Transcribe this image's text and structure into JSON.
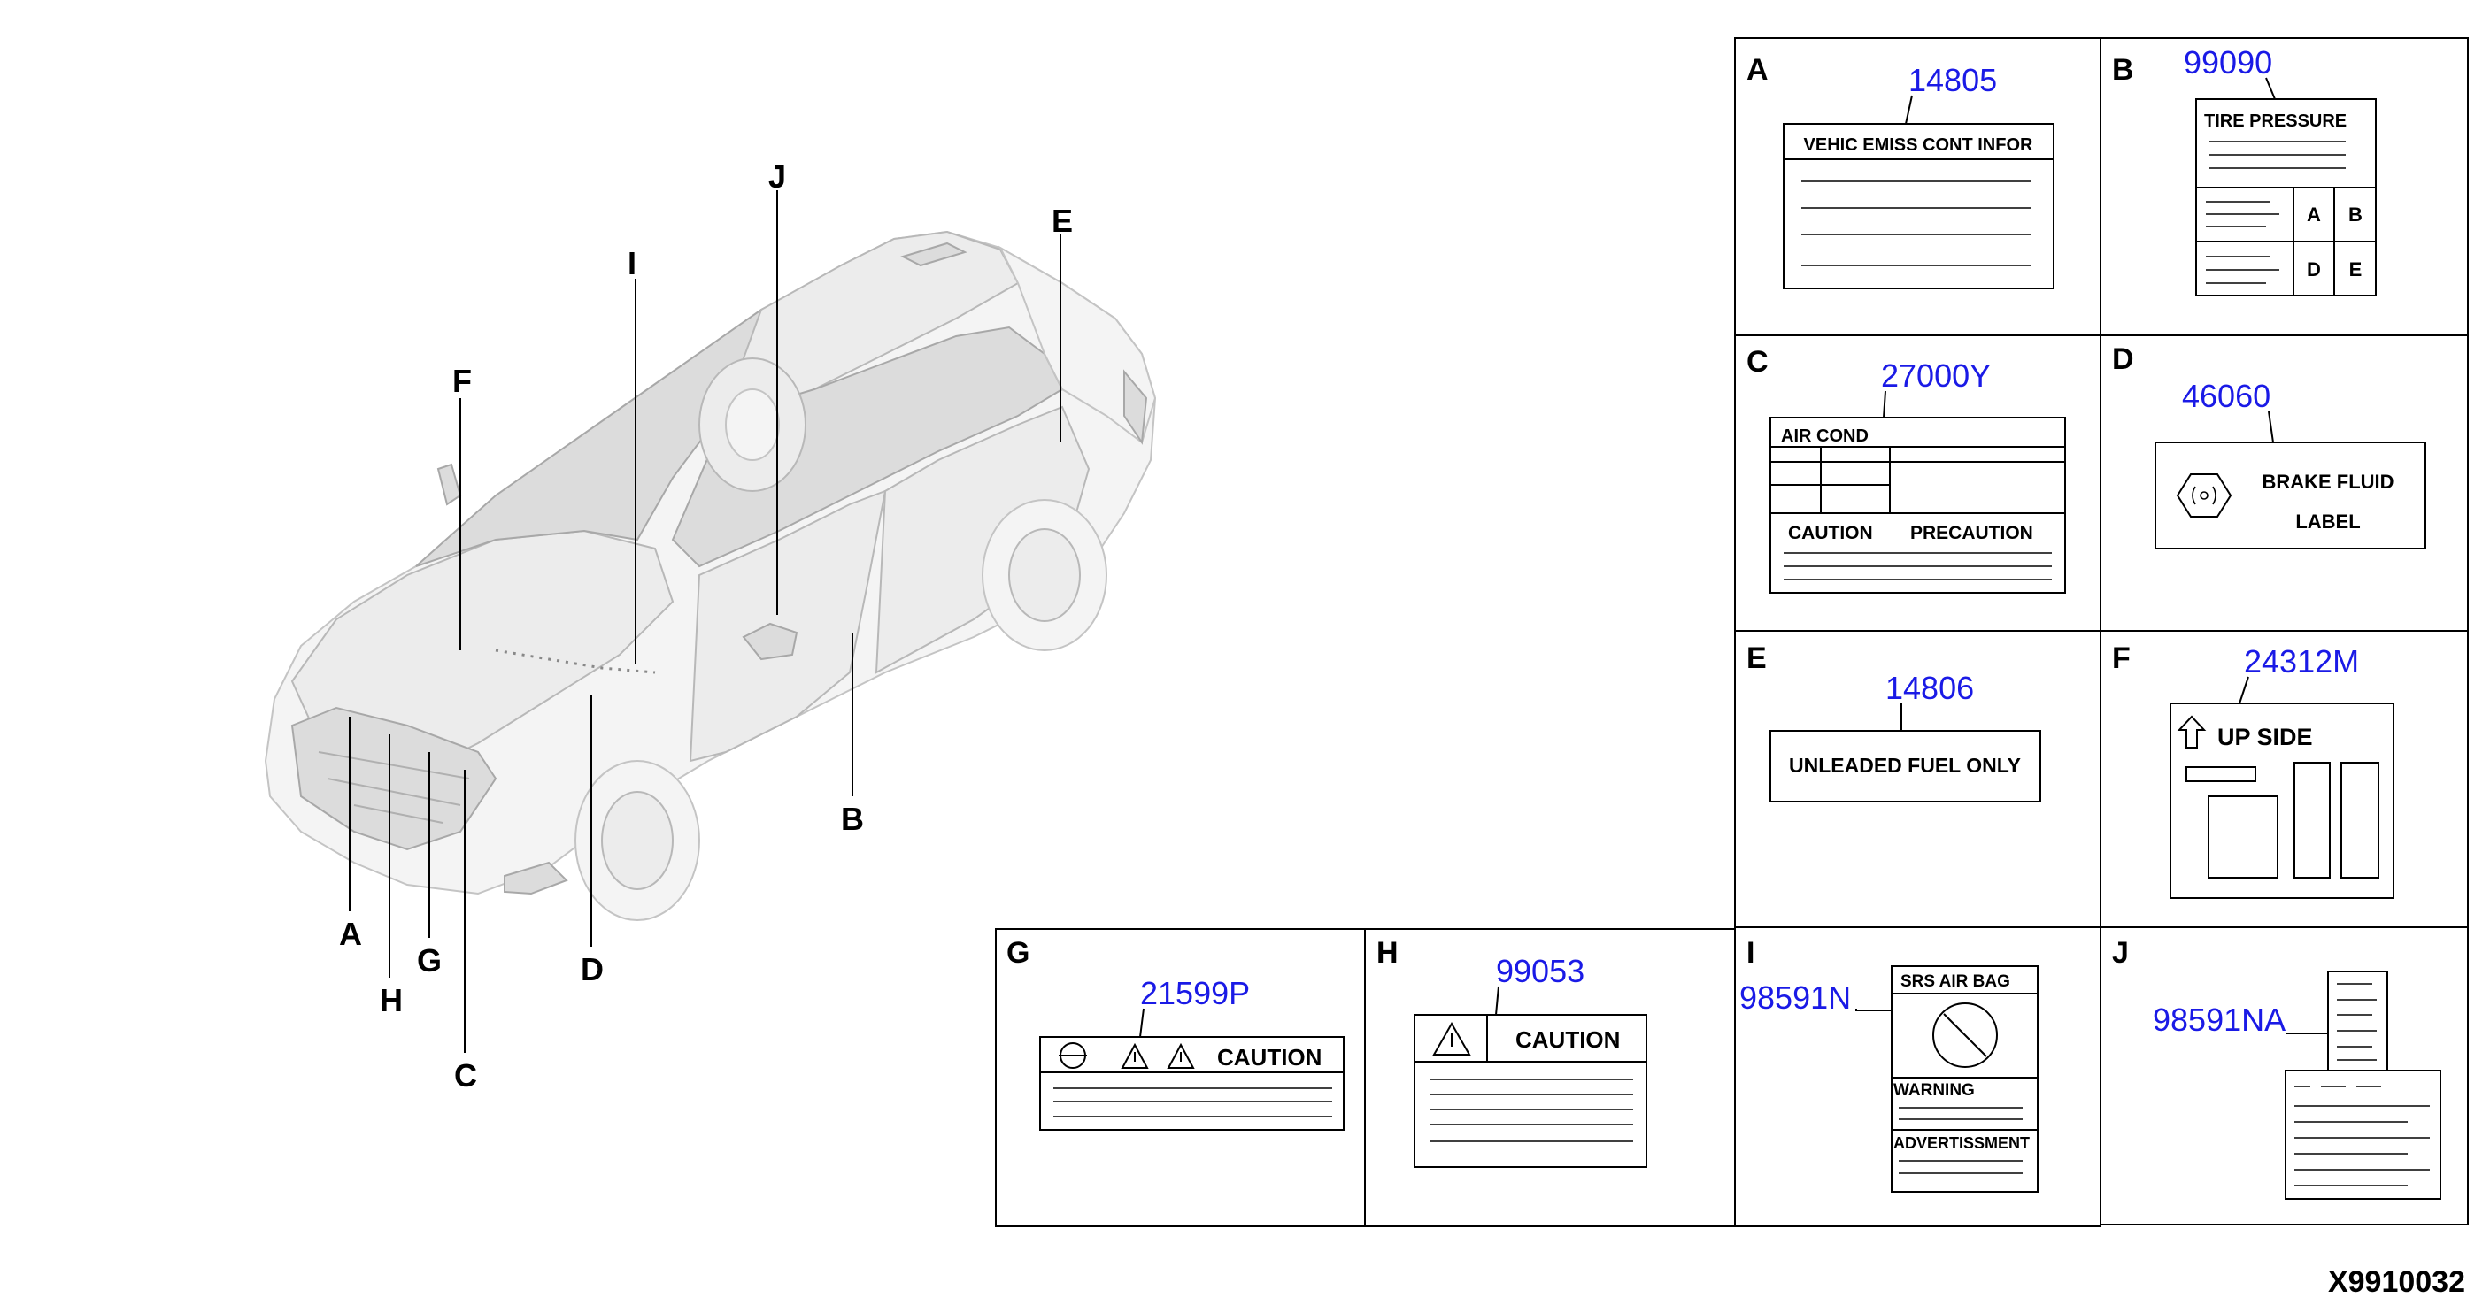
{
  "callouts": {
    "A": "A",
    "B": "B",
    "C": "C",
    "D": "D",
    "E": "E",
    "F": "F",
    "G": "G",
    "H": "H",
    "I": "I",
    "J": "J"
  },
  "cells": [
    {
      "letter": "A",
      "part_number": "14805",
      "label_lines": [
        "VEHIC EMISS CONT INFOR"
      ]
    },
    {
      "letter": "B",
      "part_number": "99090",
      "label_lines": [
        "TIRE PRESSURE",
        "A",
        "B",
        "D",
        "E"
      ]
    },
    {
      "letter": "C",
      "part_number": "27000Y",
      "label_lines": [
        "AIR COND",
        "CAUTION",
        "PRECAUTION"
      ]
    },
    {
      "letter": "D",
      "part_number": "46060",
      "label_lines": [
        "BRAKE FLUID",
        "LABEL"
      ]
    },
    {
      "letter": "E",
      "part_number": "14806",
      "label_lines": [
        "UNLEADED FUEL ONLY"
      ]
    },
    {
      "letter": "F",
      "part_number": "24312M",
      "label_lines": [
        "UP SIDE"
      ]
    },
    {
      "letter": "G",
      "part_number": "21599P",
      "label_lines": [
        "CAUTION"
      ]
    },
    {
      "letter": "H",
      "part_number": "99053",
      "label_lines": [
        "CAUTION"
      ]
    },
    {
      "letter": "I",
      "part_number": "98591N",
      "label_lines": [
        "SRS AIR BAG",
        "WARNING",
        "ADVERTISSMENT"
      ]
    },
    {
      "letter": "J",
      "part_number": "98591NA",
      "label_lines": []
    }
  ],
  "diagram_id": "X9910032"
}
